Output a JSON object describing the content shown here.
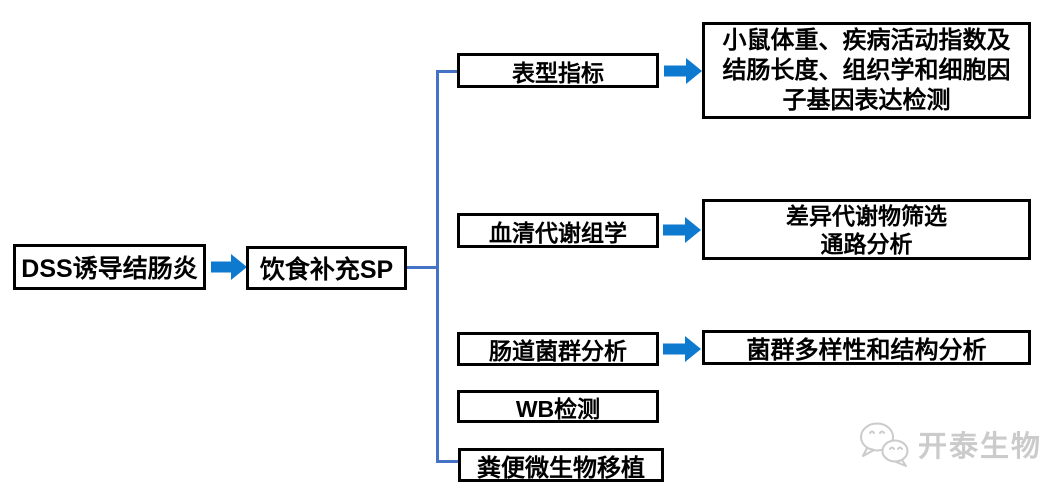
{
  "diagram": {
    "start": {
      "label": "DSS诱导结肠炎"
    },
    "intervention": {
      "label": "饮食补充SP"
    },
    "branches": [
      {
        "label": "表型指标",
        "detail_lines": [
          "小鼠体重、疾病活动指数及",
          "结肠长度、组织学和细胞因",
          "子基因表达检测"
        ]
      },
      {
        "label": "血清代谢组学",
        "detail_lines": [
          "差异代谢物筛选",
          "通路分析"
        ]
      },
      {
        "label": "肠道菌群分析",
        "detail_lines": [
          "菌群多样性和结构分析"
        ]
      },
      {
        "label": "WB检测"
      },
      {
        "label": "粪便微生物移植"
      }
    ]
  },
  "watermark": {
    "icon": "wechat-bubbles-icon",
    "label": "开泰生物"
  },
  "colors": {
    "arrow": "#0d79cf",
    "connector": "#4472c4",
    "box_border": "#000000",
    "text": "#000000",
    "watermark": "#cbcbcb",
    "background": "#ffffff"
  }
}
